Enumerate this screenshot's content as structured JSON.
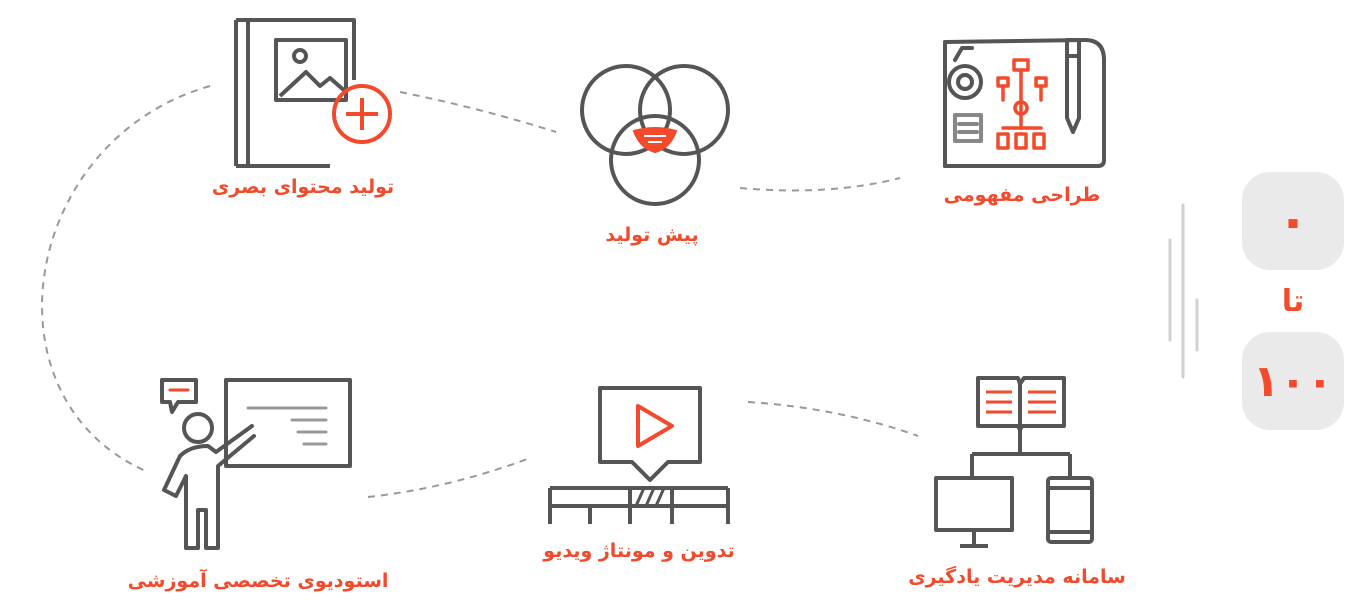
{
  "steps": [
    {
      "id": "conceptual-design",
      "label": "طراحی مفهومی",
      "icon": "blueprint-icon"
    },
    {
      "id": "pre-production",
      "label": "پیش تولید",
      "icon": "venn-circles-icon"
    },
    {
      "id": "visual-content-production",
      "label": "تولید محتوای بصری",
      "icon": "add-image-icon"
    },
    {
      "id": "lms",
      "label": "سامانه مدیریت یادگیری",
      "icon": "book-devices-icon"
    },
    {
      "id": "video-editing",
      "label": "تدوین و مونتاژ ویدیو",
      "icon": "video-editing-icon"
    },
    {
      "id": "education-studio",
      "label": "استودیوی تخصصی آموزشی",
      "icon": "teacher-board-icon"
    }
  ],
  "range_badge": {
    "from": "۰",
    "word": "تا",
    "to": "۱۰۰"
  },
  "colors": {
    "accent": "#f24a2b",
    "icon": "#555555",
    "dash": "#999999",
    "badge_bg": "#eaeaea"
  }
}
